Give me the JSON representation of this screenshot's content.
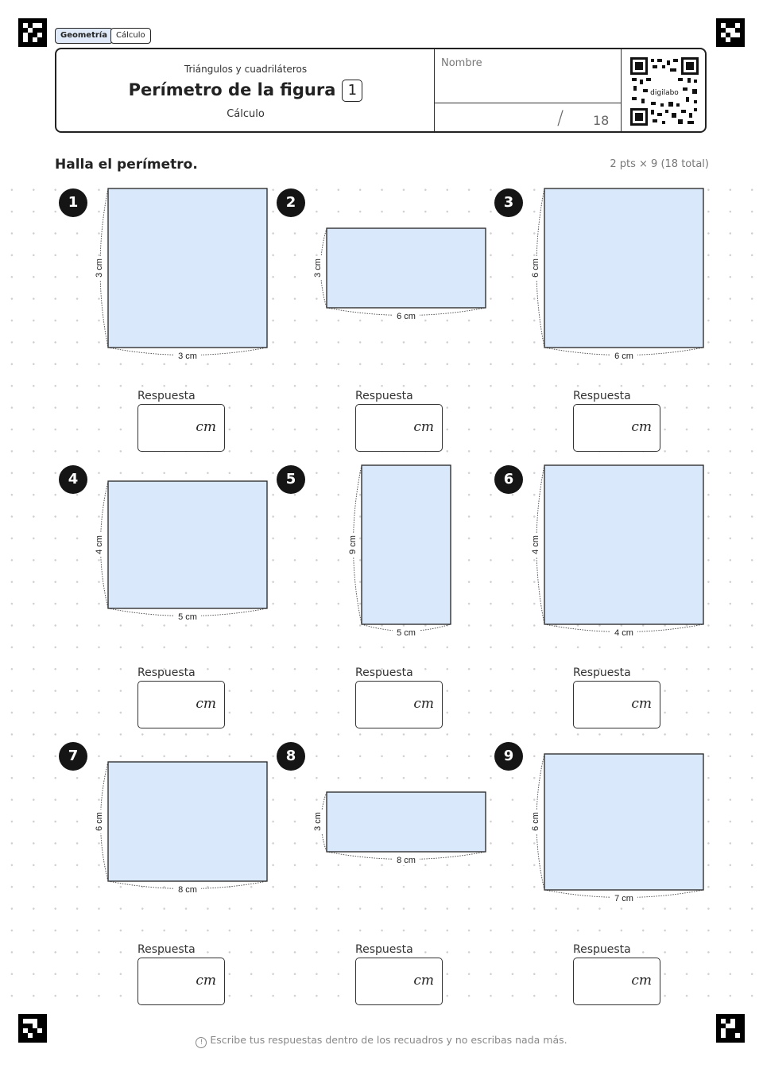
{
  "tags": [
    "Geometría",
    "Cálculo"
  ],
  "header": {
    "subtitle": "Triángulos y cuadriláteros",
    "title": "Perímetro de la figura",
    "number": "1",
    "category": "Cálculo",
    "name_label": "Nombre",
    "score_slash": "/",
    "score_total": "18",
    "qr_text": "digilabo"
  },
  "instruction": "Halla el perímetro.",
  "points": "2 pts × 9 (18 total)",
  "answer_label": "Respuesta",
  "answer_unit": "cm",
  "problems": [
    {
      "n": "1",
      "height": "3 cm",
      "width": "3 cm"
    },
    {
      "n": "2",
      "height": "3 cm",
      "width": "6 cm"
    },
    {
      "n": "3",
      "height": "6 cm",
      "width": "6 cm"
    },
    {
      "n": "4",
      "height": "4 cm",
      "width": "5 cm"
    },
    {
      "n": "5",
      "height": "9 cm",
      "width": "5 cm"
    },
    {
      "n": "6",
      "height": "4 cm",
      "width": "4 cm"
    },
    {
      "n": "7",
      "height": "6 cm",
      "width": "8 cm"
    },
    {
      "n": "8",
      "height": "3 cm",
      "width": "8 cm"
    },
    {
      "n": "9",
      "height": "6 cm",
      "width": "7 cm"
    }
  ],
  "footer": "Escribe tus respuestas dentro de los recuadros y no escribas nada más."
}
